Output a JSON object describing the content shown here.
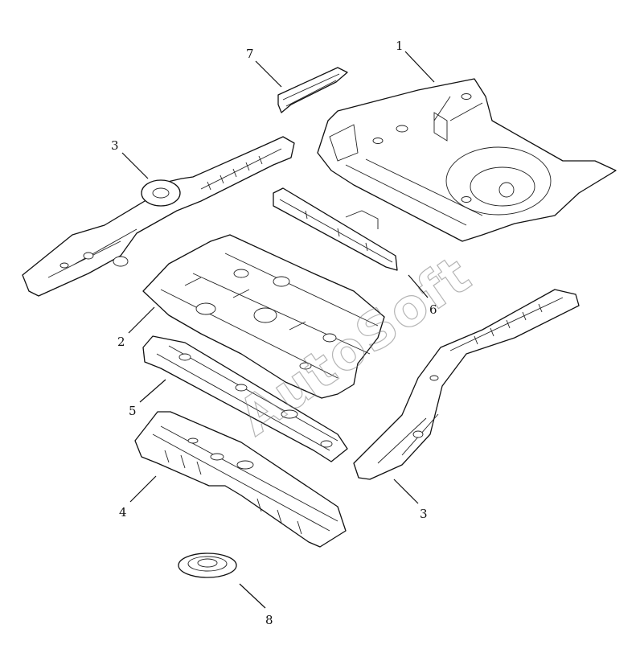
{
  "watermark": "AutoSoft",
  "callouts": {
    "p1": "1",
    "p2": "2",
    "p3_left": "3",
    "p3_right": "3",
    "p4": "4",
    "p5": "5",
    "p6": "6",
    "p7": "7",
    "p8": "8"
  }
}
